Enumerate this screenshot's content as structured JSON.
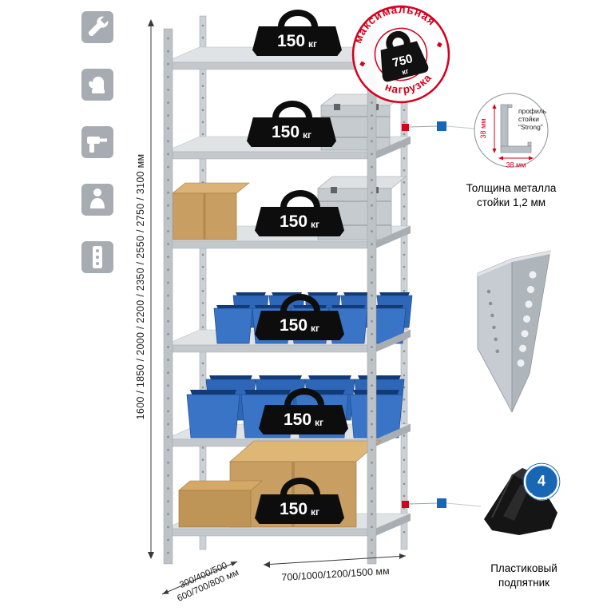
{
  "stamp": {
    "arc_top": "максимальная",
    "arc_bottom": "нагрузка",
    "value": "750",
    "unit": "кг"
  },
  "weight_badge": {
    "value": "150",
    "unit": "кг"
  },
  "dimensions": {
    "height": "1600 / 1850 / 2000 / 2200 / 2350 / 2550 / 2750 / 3100 мм",
    "width": "700/1000/1200/1500 мм",
    "depth_line1": "300/400/500",
    "depth_line2": "600/700/800 мм"
  },
  "profile_callout": {
    "label_line1": "профиль",
    "label_line2": "стойки",
    "label_line3": "“Strong”",
    "dim_vertical": "38 мм",
    "dim_horizontal": "38 мм",
    "caption_line1": "Толщина металла",
    "caption_line2": "стойки 1,2 мм"
  },
  "foot_callout": {
    "badge_number": "4",
    "badge_text": "в комплекте",
    "caption_line1": "Пластиковый",
    "caption_line2": "подпятник"
  },
  "icons": {
    "icon1": "wrench-icon",
    "icon2": "glove-icon",
    "icon3": "drill-icon",
    "icon4": "person-icon",
    "ic5": "post-profile-icon"
  },
  "colors": {
    "accent_red": "#d6001c",
    "accent_blue": "#1767b5"
  }
}
